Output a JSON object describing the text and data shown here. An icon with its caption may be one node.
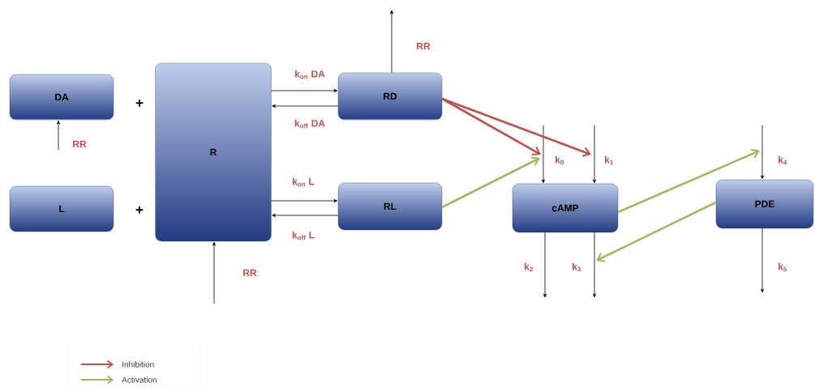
{
  "diagram": {
    "nodes": [
      {
        "text": [
          "DA"
        ]
      },
      {
        "text": [
          "L"
        ]
      },
      {
        "text": [
          "R"
        ]
      },
      {
        "text": [
          "RD"
        ]
      },
      {
        "text": [
          "RL"
        ]
      },
      {
        "text": [
          "cAMP"
        ]
      },
      {
        "text": [
          "PDE"
        ]
      }
    ],
    "edges": [
      {
        "from": null,
        "to": 0,
        "arrow": "to",
        "label": "RR"
      },
      {
        "from": null,
        "to": 2,
        "arrow": "to",
        "label": "RR"
      },
      {
        "from": 3,
        "to": null,
        "arrow": "to",
        "label": "RR"
      },
      {
        "from": 2,
        "to": 3,
        "arrow": "to",
        "label": "k$_{on}$ DA"
      },
      {
        "from": 3,
        "to": 2,
        "arrow": "to",
        "label": "k$_{off}$ DA"
      },
      {
        "from": 2,
        "to": 4,
        "arrow": "to",
        "label": "k$_{on}$ L"
      },
      {
        "from": 4,
        "to": 2,
        "arrow": "to",
        "label": "k$_{off}$ L"
      },
      {
        "from": null,
        "to": 5,
        "arrow": "to",
        "label": "k$_{0}$"
      },
      {
        "from": null,
        "to": 5,
        "arrow": "to",
        "label": "k$_{1}$"
      },
      {
        "from": 5,
        "to": null,
        "arrow": "to",
        "label": "k$_{2}$"
      },
      {
        "from": 5,
        "to": null,
        "arrow": "to",
        "label": "k$_{3}$"
      },
      {
        "from": null,
        "to": 6,
        "arrow": "to",
        "label": "k$_{4}$"
      },
      {
        "from": 6,
        "to": null,
        "arrow": "to",
        "label": "k$_{5}$"
      },
      {
        "from": 3,
        "to": null,
        "arrow": "to",
        "style": "thick",
        "color": "#c0504d"
      },
      {
        "from": 3,
        "to": null,
        "arrow": "to",
        "style": "thick",
        "color": "#c0504d"
      },
      {
        "from": 4,
        "to": null,
        "arrow": "to",
        "style": "thick",
        "color": "#9bbb59"
      },
      {
        "from": 5,
        "to": null,
        "arrow": "to",
        "style": "thick",
        "color": "#9bbb59"
      },
      {
        "from": 6,
        "to": null,
        "arrow": "to",
        "style": "thick",
        "color": "#9bbb59"
      }
    ],
    "labels": [
      "+",
      "+"
    ],
    "legend": [
      {
        "text": "Inhibition"
      },
      {
        "text": "Activation"
      }
    ]
  }
}
